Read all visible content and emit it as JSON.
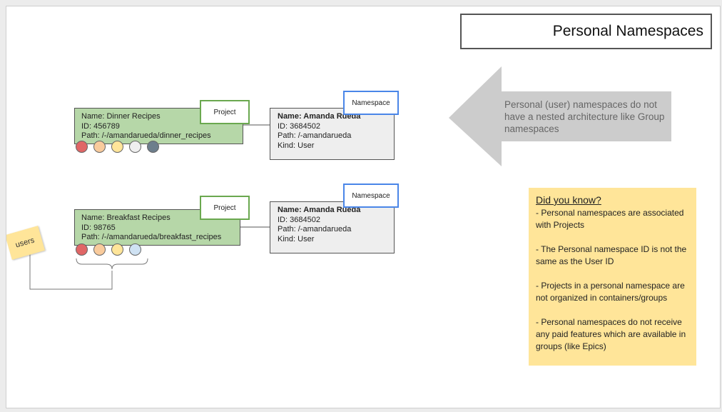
{
  "title": "Personal Namespaces",
  "projects": [
    {
      "tag": "Project",
      "name": "Name: Dinner Recipes",
      "id": "ID: 456789",
      "path": "Path: /-/amandarueda/dinner_recipes",
      "dot_colors": [
        "#e06666",
        "#f9cb9c",
        "#ffe599",
        "#efefef",
        "#6d7e8c"
      ]
    },
    {
      "tag": "Project",
      "name": "Name: Breakfast Recipes",
      "id": "ID: 98765",
      "path": "Path: /-/amandarueda/breakfast_recipes",
      "dot_colors": [
        "#e06666",
        "#f9cb9c",
        "#ffe599",
        "#cfe2f3"
      ]
    }
  ],
  "namespaces": [
    {
      "tag": "Namespace",
      "name": "Name: Amanda Rueda",
      "id": "ID: 3684502",
      "path": "Path: /-amandarueda",
      "kind": "Kind: User"
    },
    {
      "tag": "Namespace",
      "name": "Name: Amanda Rueda",
      "id": "ID: 3684502",
      "path": "Path: /-amandarueda",
      "kind": "Kind: User"
    }
  ],
  "callout": "Personal (user) namespaces do not have a nested architecture like Group namespaces",
  "users_note": "users",
  "did_you_know": {
    "title": "Did you know?",
    "items": [
      "- Personal namespaces are associated with Projects",
      "- The Personal namespace ID is not the same as the User ID",
      "- Projects in a personal namespace are not organized in containers/groups",
      "- Personal namespaces do not receive any paid features which are available in groups (like Epics)"
    ]
  },
  "colors": {
    "project_fill": "#b6d7a8",
    "project_tag_border": "#6aa84f",
    "namespace_fill": "#eeeeee",
    "namespace_tag_border": "#4a86e8",
    "arrow": "#cccccc",
    "note": "#ffe599"
  }
}
